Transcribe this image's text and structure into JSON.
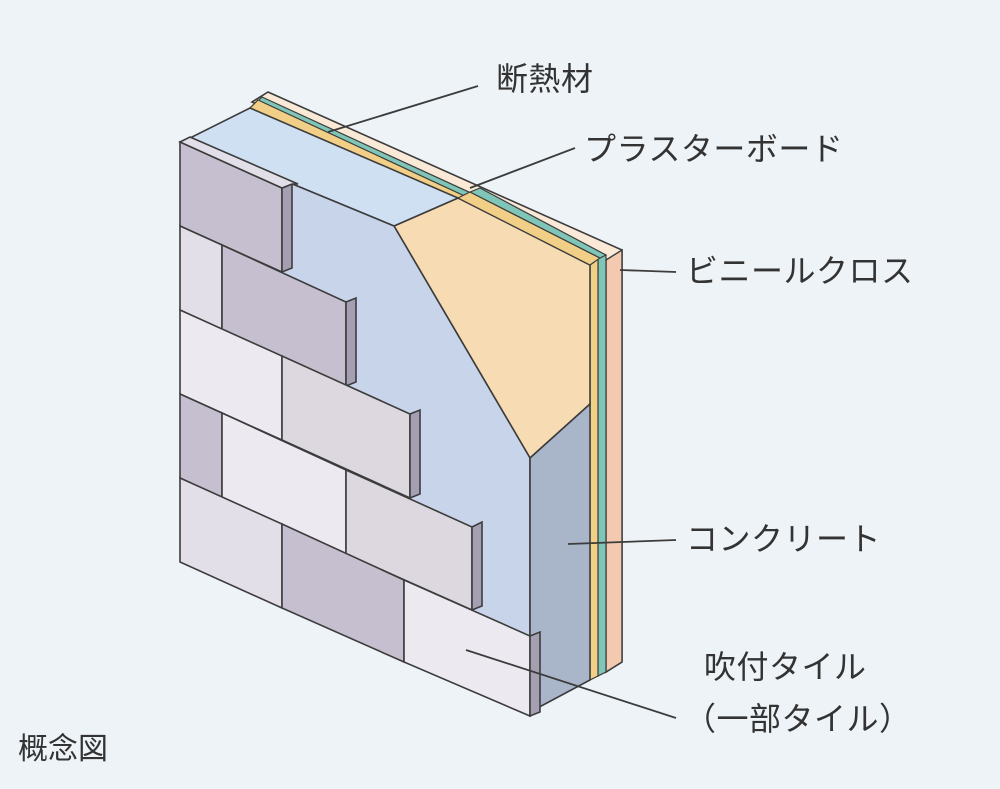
{
  "labels": {
    "insulation": "断熱材",
    "plaster_board": "プラスターボード",
    "vinyl_cloth": "ビニールクロス",
    "concrete": "コンクリート",
    "tile_line1": "吹付タイル",
    "tile_line2": "（一部タイル）"
  },
  "caption": "概念図",
  "colors": {
    "background": "#eef3f7",
    "concrete_face": "#c7d4ea",
    "concrete_side": "#a9b5c9",
    "insulation": "#f7dbb3",
    "insulation_top": "#cfe0f2",
    "plaster_board": "#7fc6b8",
    "vinyl_cloth": "#fbe9d7",
    "tile_dark": "#c6bfcf",
    "tile_light": "#e9e7ee",
    "line": "#3c3c3c"
  }
}
